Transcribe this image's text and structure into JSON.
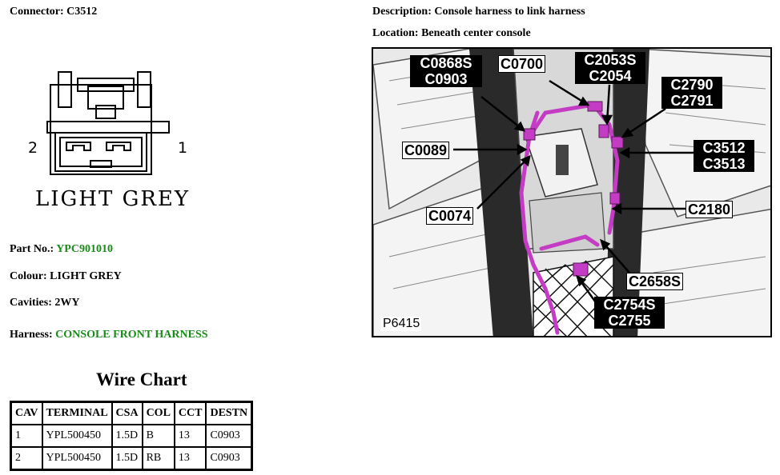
{
  "connector": {
    "label": "Connector:",
    "value": "C3512"
  },
  "description": {
    "label": "Description:",
    "value": "Console harness to link harness"
  },
  "location": {
    "label": "Location:",
    "value": "Beneath center console"
  },
  "part_no": {
    "label": "Part No.:",
    "value": "YPC901010"
  },
  "colour": {
    "label": "Colour:",
    "value": "LIGHT GREY"
  },
  "cavities": {
    "label": "Cavities:",
    "value": "2WY"
  },
  "harness": {
    "label": "Harness:",
    "value": "CONSOLE FRONT HARNESS"
  },
  "connector_face": {
    "pin_left": "2",
    "pin_right": "1",
    "caption": "LIGHT GREY"
  },
  "wire_chart": {
    "title": "Wire Chart",
    "headers": [
      "CAV",
      "TERMINAL",
      "CSA",
      "COL",
      "CCT",
      "DESTN"
    ],
    "rows": [
      [
        "1",
        "YPL500450",
        "1.5D",
        "B",
        "13",
        "C0903"
      ],
      [
        "2",
        "YPL500450",
        "1.5D",
        "RB",
        "13",
        "C0903"
      ]
    ]
  },
  "picture": {
    "figure_id": "P6415",
    "callouts": {
      "c0868s": "C0868S",
      "c0903": "C0903",
      "c0700": "C0700",
      "c2053s": "C2053S",
      "c2054": "C2054",
      "c2790": "C2790",
      "c2791": "C2791",
      "c0089": "C0089",
      "c3512": "C3512",
      "c3513": "C3513",
      "c2180": "C2180",
      "c0074": "C0074",
      "c2658s": "C2658S",
      "c2754s": "C2754S",
      "c2755": "C2755"
    }
  },
  "colors": {
    "harness_green": "#1a8a1a",
    "wiring_magenta": "#c33cc3"
  }
}
